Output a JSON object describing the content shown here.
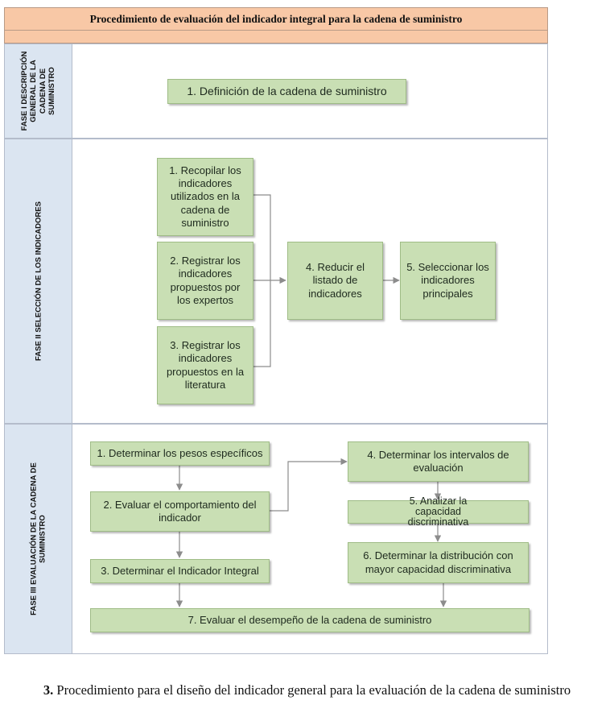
{
  "diagram": {
    "title": "Procedimiento de evaluación del indicador integral para la cadena de suministro",
    "phases": [
      {
        "label": "FASE I DESCRIPCIÓN GENERAL DE LA CADENA DE SUMINISTRO",
        "steps": [
          {
            "text": "1. Definición de la cadena de suministro"
          }
        ]
      },
      {
        "label": "FASE II SELECCIÓN DE LOS INDICADORES",
        "steps": [
          {
            "text": "1. Recopilar los indicadores utilizados en la cadena de suministro"
          },
          {
            "text": "2. Registrar los indicadores propuestos por los expertos"
          },
          {
            "text": "3. Registrar los indicadores propuestos en la literatura"
          },
          {
            "text": "4. Reducir el listado de indicadores"
          },
          {
            "text": "5. Seleccionar los indicadores principales"
          }
        ]
      },
      {
        "label": "FASE III EVALUACIÓN DE LA CADENA DE SUMINISTRO",
        "steps": [
          {
            "text": "1. Determinar los pesos específicos"
          },
          {
            "text": "2. Evaluar el comportamiento del indicador"
          },
          {
            "text": "3. Determinar el Indicador Integral"
          },
          {
            "text": "4. Determinar los intervalos de evaluación"
          },
          {
            "text": "5. Analizar la capacidad discriminativa"
          },
          {
            "text": "6. Determinar la distribución con mayor capacidad discriminativa"
          },
          {
            "text": "7. Evaluar el desempeño de la cadena de suministro"
          }
        ]
      }
    ],
    "colors": {
      "header": "#f8c8a6",
      "phase_label_bg": "#dbe5f1",
      "step_box": "#c9dfb4",
      "connector": "#8c8c8c"
    }
  },
  "caption": {
    "number": "3.",
    "text": "Procedimiento para el diseño del indicador general para la evaluación de la cadena de suministro"
  }
}
